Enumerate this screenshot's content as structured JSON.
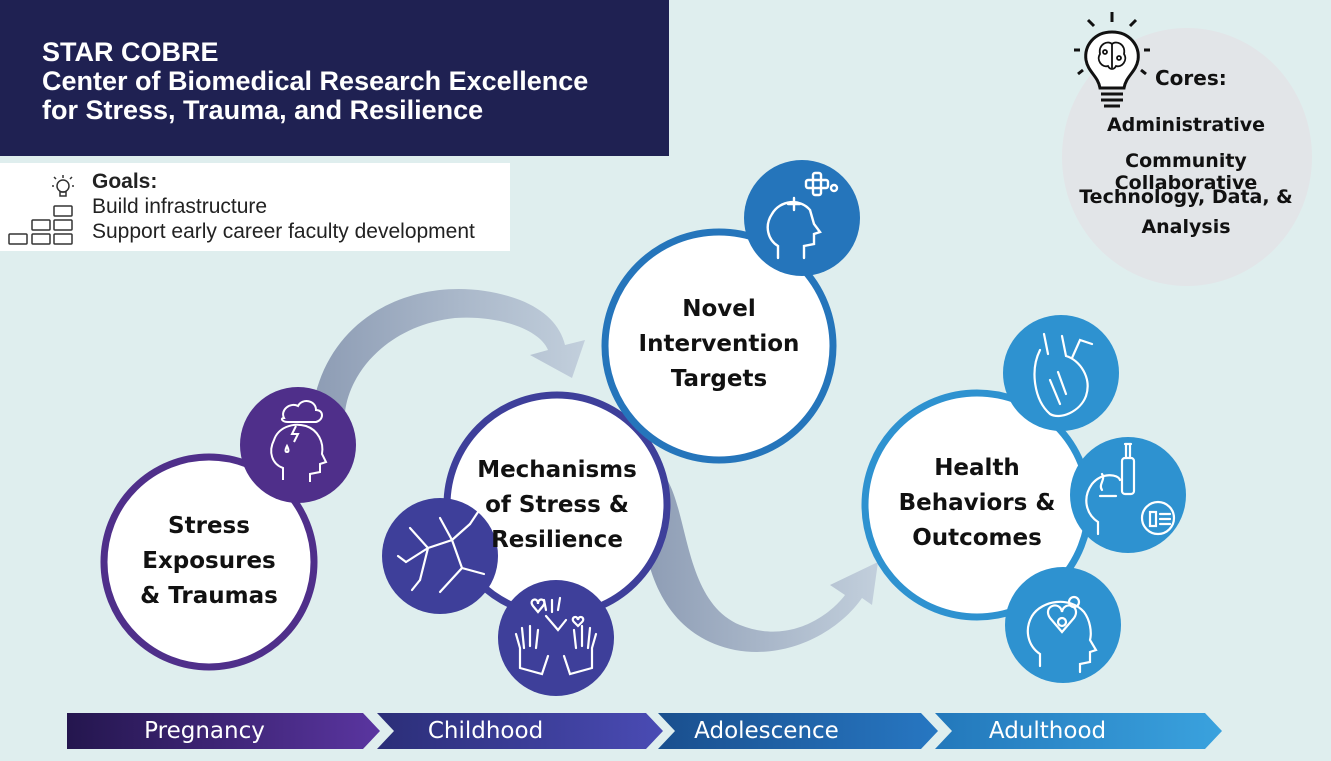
{
  "header": {
    "line1": "STAR COBRE",
    "line2": "Center of Biomedical Research Excellence",
    "line3": "for Stress, Trauma, and Resilience"
  },
  "goals": {
    "title": "Goals:",
    "items": [
      "Build infrastructure",
      "Support early career faculty development"
    ]
  },
  "cores": {
    "title": "Cores:",
    "items": [
      "Administrative",
      "Community Collaborative",
      "Technology, Data, &",
      "Analysis"
    ]
  },
  "circles": {
    "stress": [
      "Stress",
      "Exposures",
      "& Traumas"
    ],
    "mechanisms": [
      "Mechanisms",
      "of Stress &",
      "Resilience"
    ],
    "novel": [
      "Novel",
      "Intervention",
      "Targets"
    ],
    "health": [
      "Health",
      "Behaviors &",
      "Outcomes"
    ]
  },
  "stages": [
    "Pregnancy",
    "Childhood",
    "Adolescence",
    "Adulthood"
  ],
  "colors": {
    "header_bg": "#1f2152",
    "purple": "#4f2f8a",
    "indigo": "#3e3f9a",
    "blue": "#2575bb",
    "light_blue": "#2e92d0",
    "arrow": "#aab8c8"
  }
}
